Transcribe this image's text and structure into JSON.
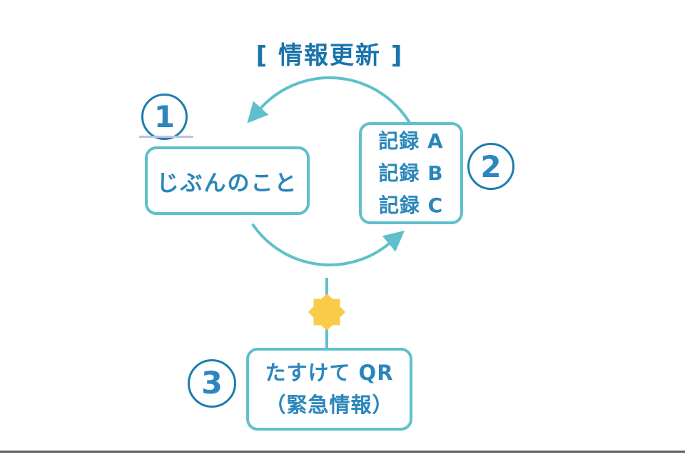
{
  "diagram": {
    "title": "[ 情報更新 ]",
    "cycle_label": "情報更新",
    "steps": [
      {
        "number": "1",
        "lines": [
          "じぶんのこと"
        ]
      },
      {
        "number": "2",
        "lines": [
          "記録 A",
          "記録 B",
          "記録 C"
        ]
      },
      {
        "number": "3",
        "lines": [
          "たすけて QR",
          "（緊急情報）"
        ]
      }
    ]
  },
  "icons": [
    {
      "name": "cycle-arrow-top",
      "shape": "arc with arrowhead pointing down-left"
    },
    {
      "name": "cycle-arrow-bottom",
      "shape": "arc with arrowhead pointing up-right"
    },
    {
      "name": "emergency-burst-icon",
      "shape": "8-point starburst"
    },
    {
      "name": "connector-line",
      "shape": "vertical line"
    }
  ],
  "colors": {
    "arc_teal": "#5fc0cb",
    "box_border_teal": "#5fc0cb",
    "text_blue": "#2b86ba",
    "title_blue": "#1a74ac",
    "circle_blue": "#1e7cb0",
    "burst_yellow": "#f8cb49",
    "underline_lavender": "#bcc2e4",
    "bottom_rule_gray": "#5f5f5f",
    "background": "#ffffff"
  }
}
